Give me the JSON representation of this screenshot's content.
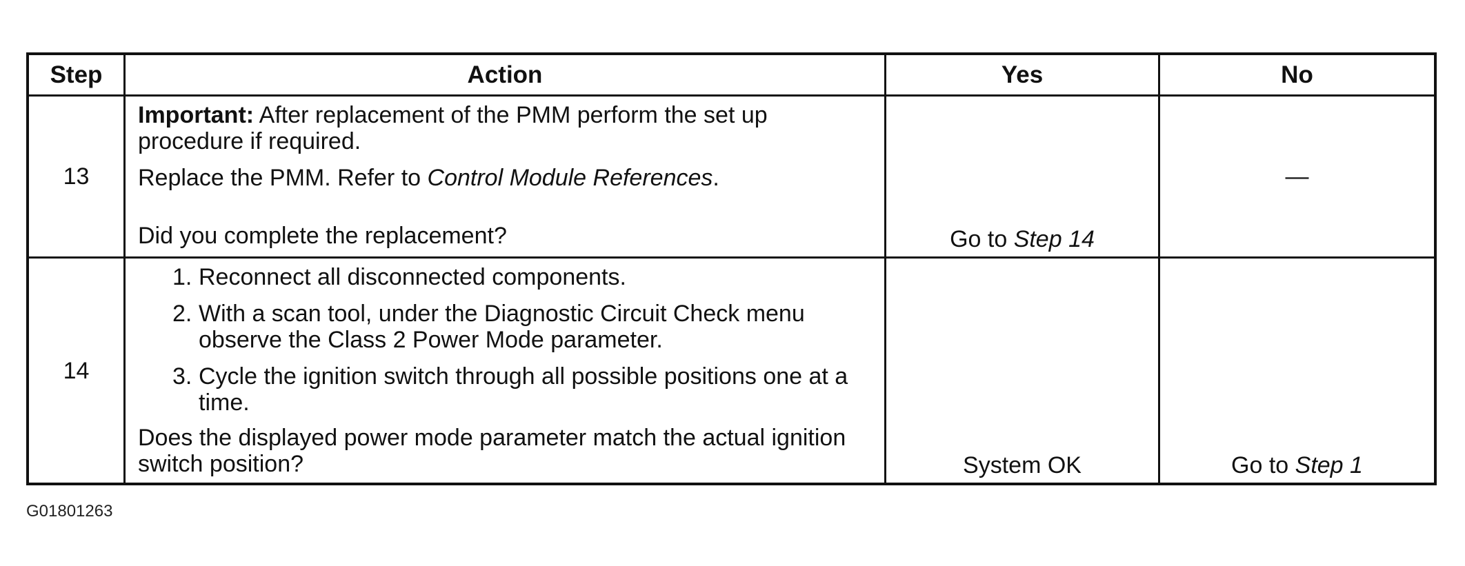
{
  "table": {
    "headers": {
      "step": "Step",
      "action": "Action",
      "yes": "Yes",
      "no": "No"
    },
    "rows": [
      {
        "step": "13",
        "important_label": "Important:",
        "important_text": " After replacement of the PMM perform the set up procedure if required.",
        "instruction_prefix": "Replace the PMM. Refer to ",
        "instruction_ref": "Control Module References",
        "instruction_suffix": ".",
        "question": "Did you complete the replacement?",
        "yes_prefix": "Go to ",
        "yes_ref": "Step 14",
        "no": "—"
      },
      {
        "step": "14",
        "items": [
          {
            "num": "1.",
            "text": "Reconnect all disconnected components."
          },
          {
            "num": "2.",
            "text": "With a scan tool, under the Diagnostic Circuit Check menu observe the Class 2 Power Mode parameter."
          },
          {
            "num": "3.",
            "text": "Cycle the ignition switch through all possible positions one at a time."
          }
        ],
        "question": "Does the displayed power mode parameter match the actual ignition switch position?",
        "yes": "System OK",
        "no_prefix": "Go to ",
        "no_ref": "Step 1"
      }
    ]
  },
  "figure_id": "G01801263"
}
